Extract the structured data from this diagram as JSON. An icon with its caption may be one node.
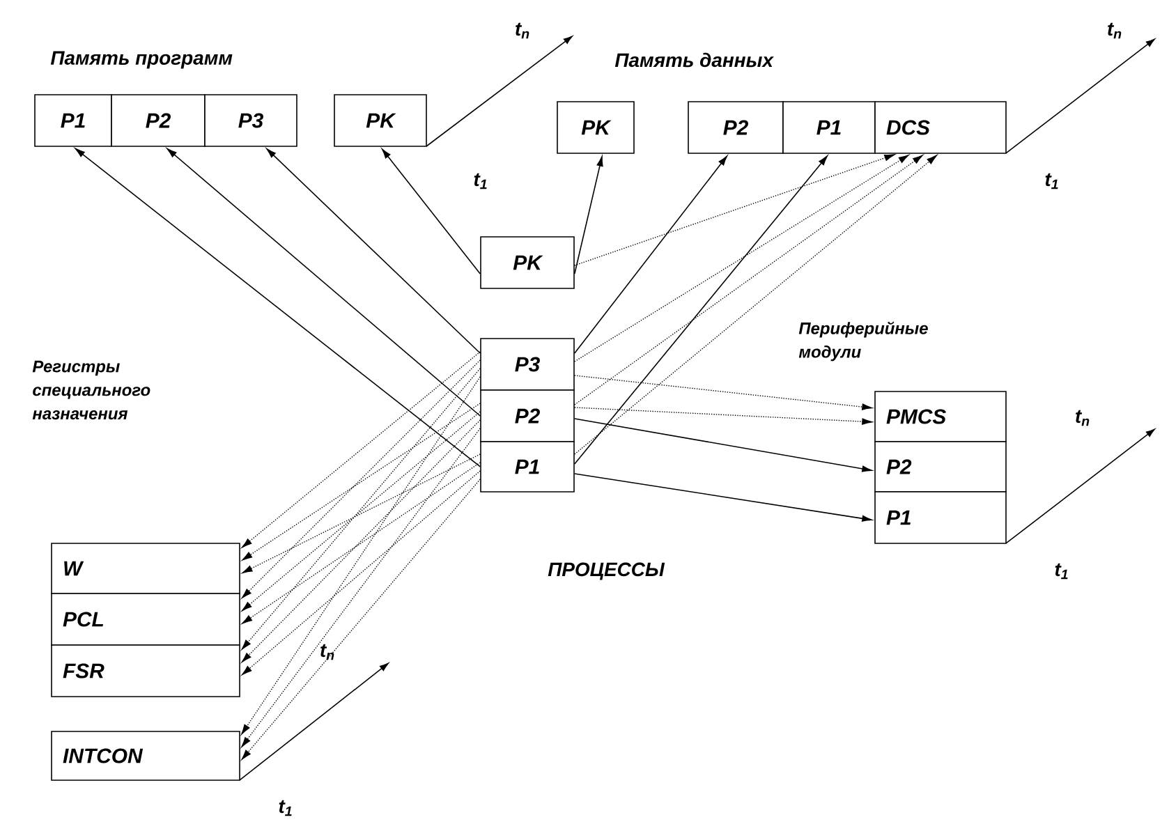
{
  "diagram": {
    "nodes": [
      {
        "text": [
          "P1"
        ]
      },
      {
        "text": [
          "P2"
        ]
      },
      {
        "text": [
          "P3"
        ]
      },
      {
        "text": [
          "PK"
        ]
      },
      {
        "text": [
          "PK"
        ]
      },
      {
        "text": [
          "P2"
        ]
      },
      {
        "text": [
          "P1"
        ]
      },
      {
        "text": [
          "DCS"
        ]
      },
      {
        "text": [
          "PK"
        ]
      },
      {
        "text": [
          "P3"
        ]
      },
      {
        "text": [
          "P2"
        ]
      },
      {
        "text": [
          "P1"
        ]
      },
      {
        "text": [
          "PMCS"
        ]
      },
      {
        "text": [
          "P2"
        ]
      },
      {
        "text": [
          "P1"
        ]
      },
      {
        "text": [
          "W"
        ]
      },
      {
        "text": [
          "PCL"
        ]
      },
      {
        "text": [
          "FSR"
        ]
      },
      {
        "text": [
          "INTCON"
        ]
      }
    ],
    "edges": [
      {
        "from": 11,
        "to": 0,
        "arrow": "to"
      },
      {
        "from": 10,
        "to": 1,
        "arrow": "to"
      },
      {
        "from": 9,
        "to": 2,
        "arrow": "to"
      },
      {
        "from": 8,
        "to": 3,
        "arrow": "to"
      },
      {
        "from": 8,
        "to": 4,
        "arrow": "to"
      },
      {
        "from": 9,
        "to": 5,
        "arrow": "to"
      },
      {
        "from": 11,
        "to": 6,
        "arrow": "to"
      },
      {
        "from": 8,
        "to": 7,
        "arrow": "to",
        "style": "dashed"
      },
      {
        "from": 9,
        "to": 7,
        "arrow": "to",
        "style": "dashed"
      },
      {
        "from": 10,
        "to": 7,
        "arrow": "to",
        "style": "dashed"
      },
      {
        "from": 11,
        "to": 7,
        "arrow": "to",
        "style": "dashed"
      },
      {
        "from": 9,
        "to": 12,
        "arrow": "to",
        "style": "dashed"
      },
      {
        "from": 10,
        "to": 12,
        "arrow": "to",
        "style": "dashed"
      },
      {
        "from": 10,
        "to": 13,
        "arrow": "to"
      },
      {
        "from": 11,
        "to": 14,
        "arrow": "to"
      },
      {
        "from": 9,
        "to": 15,
        "arrow": "to",
        "style": "dashed"
      },
      {
        "from": 10,
        "to": 15,
        "arrow": "to",
        "style": "dashed"
      },
      {
        "from": 11,
        "to": 15,
        "arrow": "to",
        "style": "dashed"
      },
      {
        "from": 9,
        "to": 16,
        "arrow": "to",
        "style": "dashed"
      },
      {
        "from": 10,
        "to": 16,
        "arrow": "to",
        "style": "dashed"
      },
      {
        "from": 11,
        "to": 16,
        "arrow": "to",
        "style": "dashed"
      },
      {
        "from": 9,
        "to": 17,
        "arrow": "to",
        "style": "dashed"
      },
      {
        "from": 10,
        "to": 17,
        "arrow": "to",
        "style": "dashed"
      },
      {
        "from": 11,
        "to": 17,
        "arrow": "to",
        "style": "dashed"
      },
      {
        "from": 9,
        "to": 18,
        "arrow": "to",
        "style": "dashed"
      },
      {
        "from": 10,
        "to": 18,
        "arrow": "to",
        "style": "dashed"
      },
      {
        "from": 11,
        "to": 18,
        "arrow": "to",
        "style": "dashed"
      }
    ],
    "labels": [
      "t$_{n}$",
      "Память программ",
      "t$_{n}$",
      "Память данных",
      "t$_{1}$",
      "t$_{1}$",
      "Периферийные модули",
      "Регистры специального назначения",
      "t$_{n}$",
      "ПРОЦЕССЫ",
      "t$_{1}$",
      "t$_{n}$",
      "t$_{1}$"
    ]
  }
}
